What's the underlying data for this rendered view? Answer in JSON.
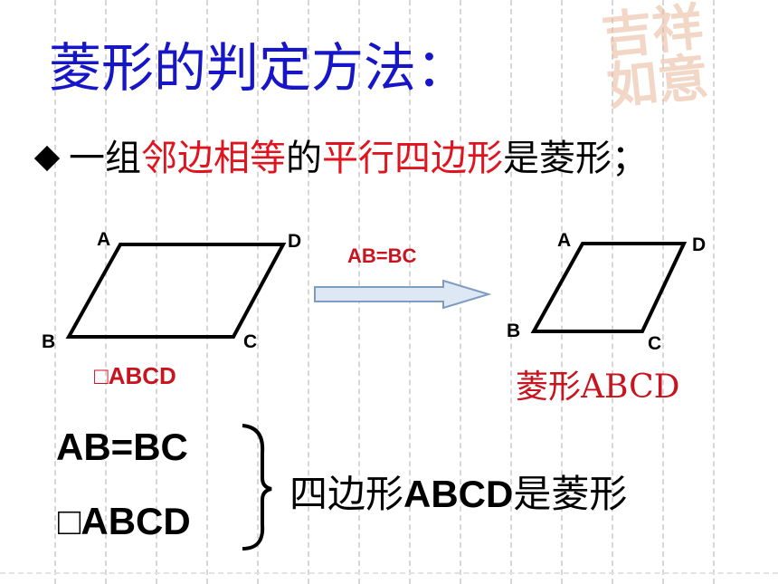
{
  "title": "菱形的判定方法：",
  "statement": {
    "part1": "一组",
    "part2": "邻边相等",
    "part3": "的",
    "part4": "平行四边形",
    "part5": "是菱形；"
  },
  "parallelogram": {
    "vertices": {
      "a": "A",
      "b": "B",
      "c": "C",
      "d": "D"
    },
    "label": "□ABCD"
  },
  "arrow_label": "AB=BC",
  "rhombus": {
    "vertices": {
      "a": "A",
      "b": "B",
      "c": "C",
      "d": "D"
    },
    "label": "菱形ABCD"
  },
  "conditions": [
    "AB=BC",
    "□ABCD"
  ],
  "conclusion": {
    "prefix": "四边形",
    "name": "ABCD",
    "suffix": "是菱形"
  },
  "watermark": "吉祥如意",
  "colors": {
    "title": "#1616c8",
    "highlight": "#e0141e",
    "label": "#c8141e"
  }
}
